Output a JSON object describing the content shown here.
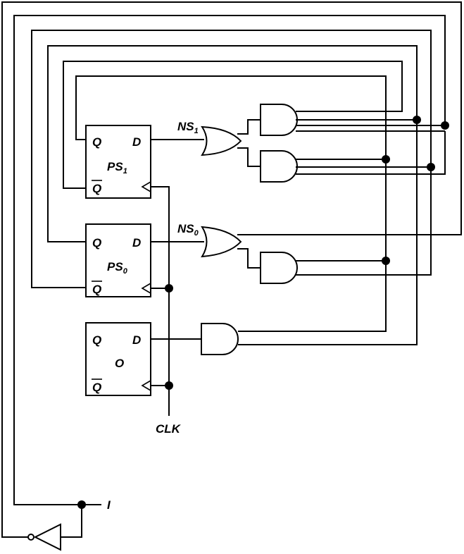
{
  "flipflops": {
    "ps1": {
      "q": "Q",
      "d": "D",
      "qbar": "Q",
      "name": "PS",
      "sub": "1"
    },
    "ps0": {
      "q": "Q",
      "d": "D",
      "qbar": "Q",
      "name": "PS",
      "sub": "0"
    },
    "out": {
      "q": "Q",
      "d": "D",
      "qbar": "Q",
      "name": "O"
    }
  },
  "signals": {
    "ns1": {
      "name": "NS",
      "sub": "1"
    },
    "ns0": {
      "name": "NS",
      "sub": "0"
    },
    "clk": "CLK",
    "input": "I"
  }
}
